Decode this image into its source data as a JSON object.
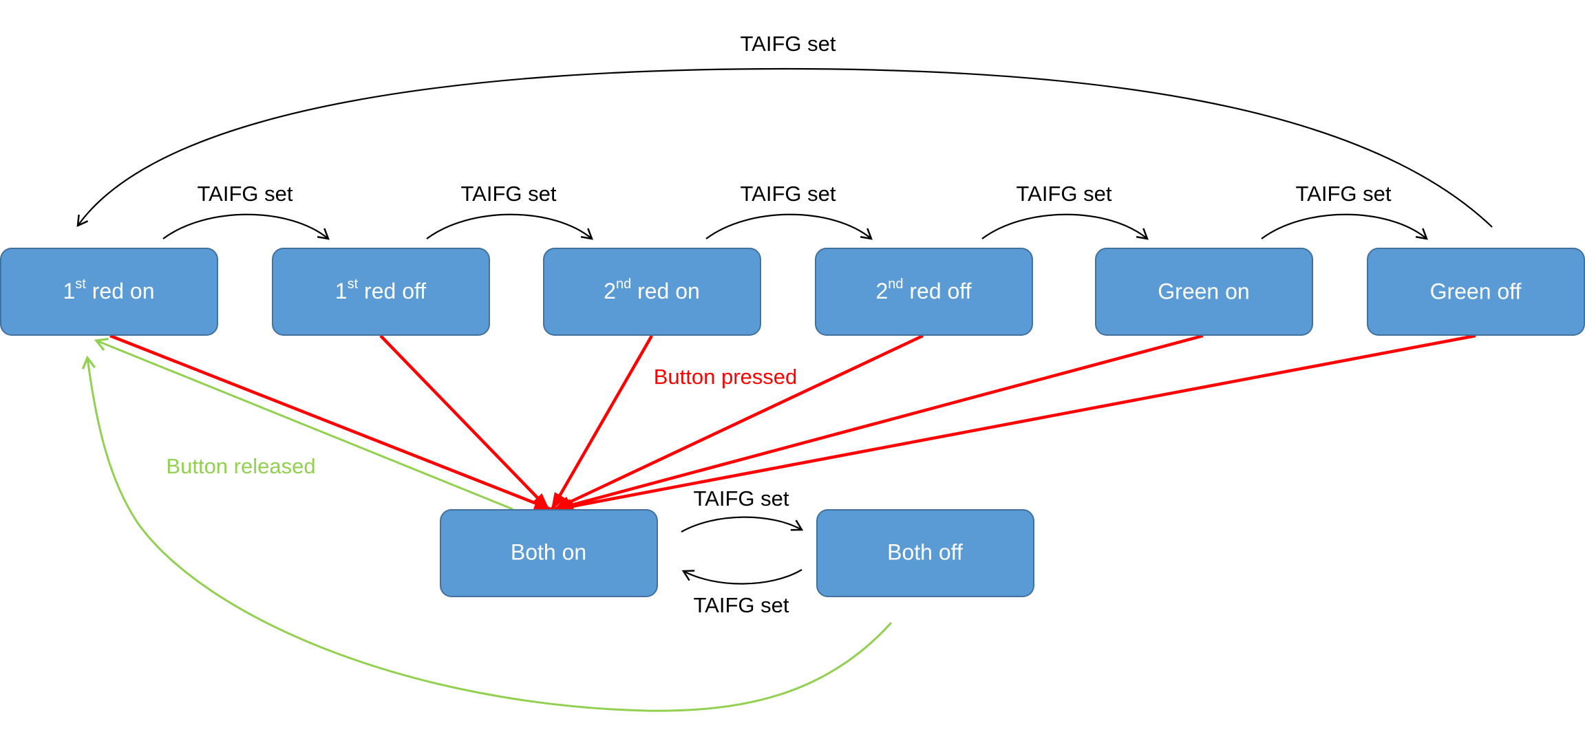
{
  "states": {
    "red1_on": {
      "main": "1",
      "sup": "st",
      "rest": " red on"
    },
    "red1_off": {
      "main": "1",
      "sup": "st",
      "rest": " red off"
    },
    "red2_on": {
      "main": "2",
      "sup": "nd",
      "rest": " red on"
    },
    "red2_off": {
      "main": "2",
      "sup": "nd",
      "rest": " red off"
    },
    "green_on": {
      "label": "Green on"
    },
    "green_off": {
      "label": "Green off"
    },
    "both_on": {
      "label": "Both on"
    },
    "both_off": {
      "label": "Both off"
    }
  },
  "labels": {
    "taifg": "TAIFG set",
    "button_pressed": "Button pressed",
    "button_released": "Button released"
  },
  "colors": {
    "state_fill": "#5b9bd5",
    "state_border": "#41719c",
    "timer_transition": "#000000",
    "pressed_transition": "#ff0000",
    "released_transition": "#92d050"
  }
}
